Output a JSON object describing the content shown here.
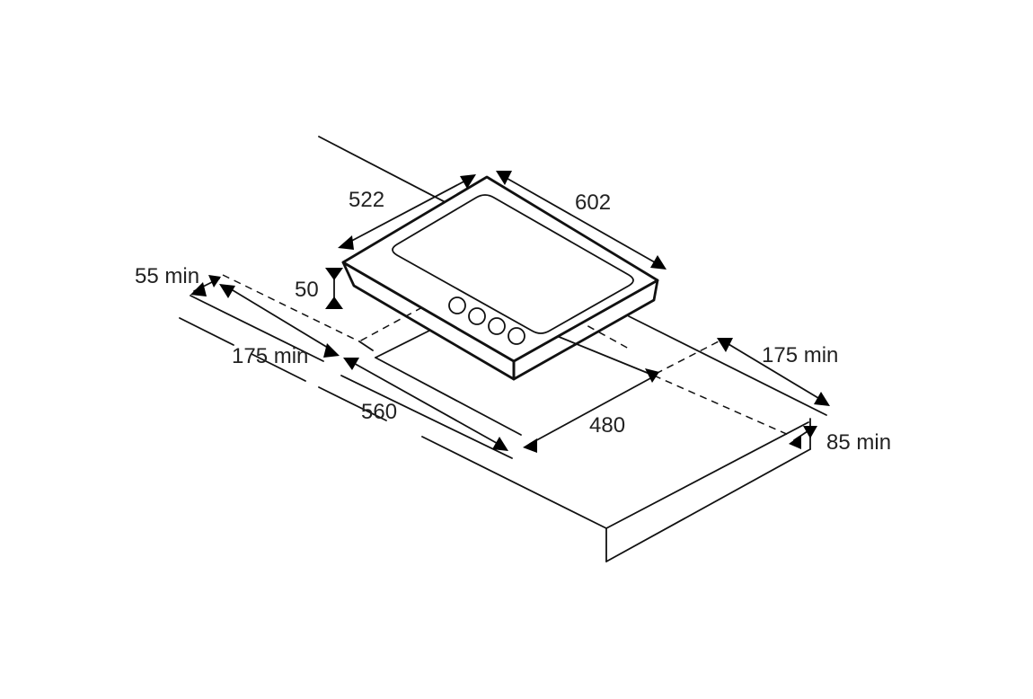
{
  "dimensions": {
    "width_602": "602",
    "depth_522": "522",
    "height_50": "50",
    "front_clearance_55": "55 min",
    "left_clearance_175": "175 min",
    "right_clearance_175": "175 min",
    "cutout_width_560": "560",
    "cutout_depth_480": "480",
    "rear_clearance_85": "85 min"
  },
  "hob": {
    "knob_count": 4
  }
}
